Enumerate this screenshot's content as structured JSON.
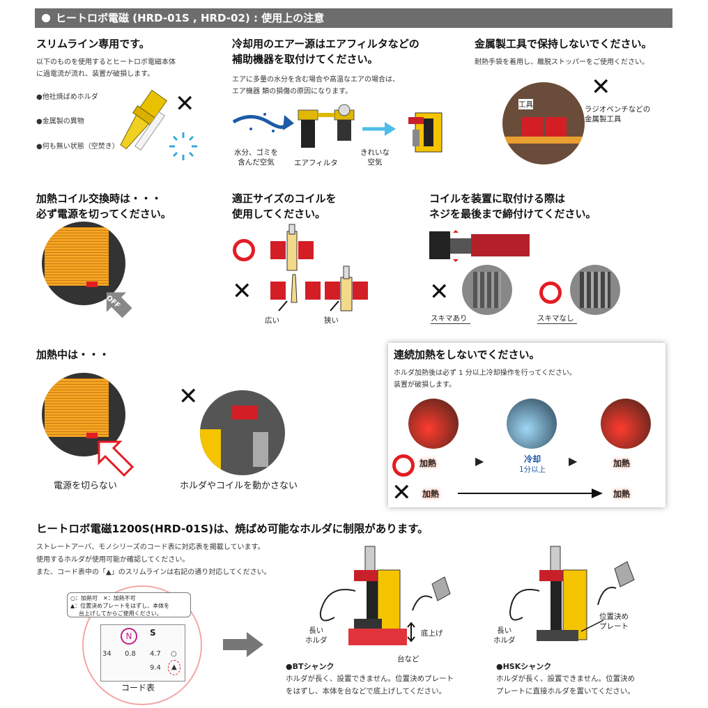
{
  "header": {
    "title": "ヒートロボ電磁 (HRD-01S , HRD-02) : 使用上の注意"
  },
  "s1": {
    "title": "スリムライン専用です。",
    "desc1": "以下のものを使用するとヒートロボ電磁本体",
    "desc2": "に過電流が流れ、装置が破損します。",
    "items": [
      "●他社焼ばめホルダ",
      "●金属製の異物",
      "●何も無い状態（空焚き）"
    ]
  },
  "s2": {
    "title1": "冷却用のエアー源はエアフィルタなどの",
    "title2": "補助機器を取付けてください。",
    "desc1": "エアに多量の水分を含む場合や高温なエアの場合は、",
    "desc2": "エア機器 類の損傷の原因になります。",
    "l1a": "水分、ゴミを",
    "l1b": "含んだ空気",
    "l2": "エアフィルタ",
    "l3a": "きれいな",
    "l3b": "空気"
  },
  "s3": {
    "title": "金属製工具で保持しないでください。",
    "desc": "耐熱手袋を着用し、離脱ストッパーをご使用ください。",
    "tool": "工具",
    "label1": "ラジオペンチなどの",
    "label2": "金属製工具"
  },
  "s4": {
    "title1": "加熱コイル交換時は・・・",
    "title2": "必ず電源を切ってください。",
    "off": "OFF"
  },
  "s5": {
    "title1": "適正サイズのコイルを",
    "title2": "使用してください。",
    "wide": "広い",
    "narrow": "狭い"
  },
  "s6": {
    "title1": "コイルを装置に取付ける際は",
    "title2": "ネジを最後まで締付けてください。",
    "gap_yes": "スキマあり",
    "gap_no": "スキマなし"
  },
  "s7": {
    "title": "加熱中は・・・",
    "l1": "電源を切らない",
    "l2": "ホルダやコイルを動かさない"
  },
  "s8": {
    "title": "連続加熱をしないでください。",
    "desc1": "ホルダ加熱後は必ず 1 分以上冷却操作を行ってください。",
    "desc2": "装置が破損します。",
    "heat": "加熱",
    "cool": "冷却",
    "cool_time": "1分以上"
  },
  "s9": {
    "title": "ヒートロボ電磁1200S(HRD-01S)は、焼ばめ可能なホルダに制限があります。",
    "desc1": "ストレートアーバ、モノシリーズのコード表に対応表を掲載しています。",
    "desc2": "使用するホルダが使用可能か確認してください。",
    "desc3": "また、コード表中の「▲」のスリムラインは右記の通り対応してください。",
    "legend1": "○：加熱可　✕：加熱不可",
    "legend2": "▲：位置決めプレートをはずし、本体を",
    "legend3": "台上げしてからご使用ください。",
    "table": {
      "h1": "N",
      "h2": "S",
      "r1": [
        "34",
        "0.8",
        "4.7",
        "○"
      ],
      "r2": [
        "",
        "",
        "9.4",
        "▲"
      ]
    },
    "code": "コード表",
    "bt_long": "長い",
    "bt_holder": "ホルダ",
    "bt_raise": "底上げ",
    "bt_stand": "台など",
    "bt_title": "●BTシャンク",
    "bt_d1": "ホルダが長く、設置できません。位置決めプレート",
    "bt_d2": "をはずし、本体を台などで底上げしてください。",
    "hsk_long": "長い",
    "hsk_holder": "ホルダ",
    "hsk_plate1": "位置決め",
    "hsk_plate2": "プレート",
    "hsk_title": "●HSKシャンク",
    "hsk_d1": "ホルダが長く、設置できません。位置決め",
    "hsk_d2": "プレートに直接ホルダを置いてください。"
  },
  "colors": {
    "red": "#e31c23",
    "yellow": "#f5c400",
    "orange": "#f5a623",
    "header": "#6d6d6d",
    "blue": "#3aa6d8"
  }
}
